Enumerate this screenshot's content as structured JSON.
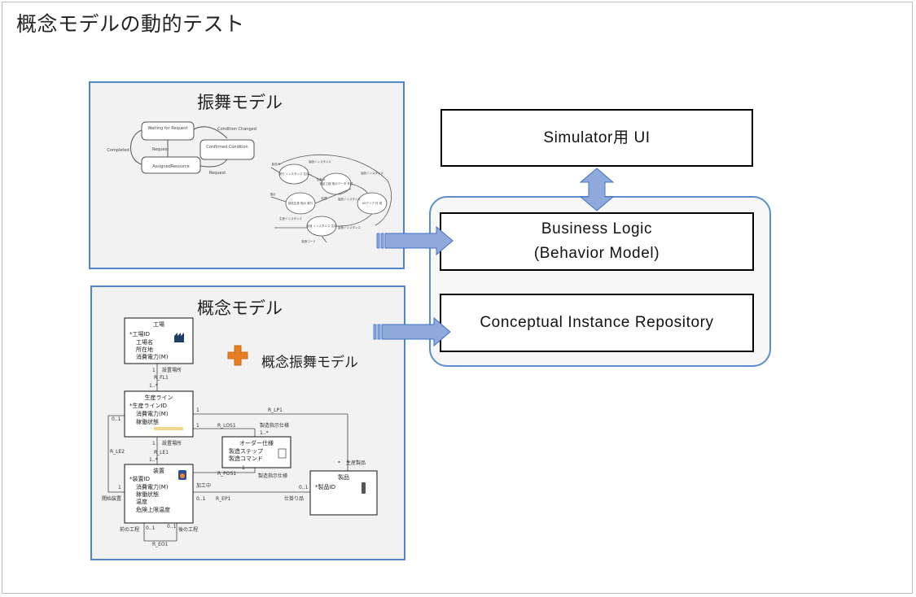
{
  "page": {
    "title": "概念モデルの動的テスト"
  },
  "behavior_panel": {
    "title": "振舞モデル",
    "state_diagram": {
      "states": [
        "Waiting for Request",
        "Confirmed Condition",
        "AssignedResource"
      ],
      "transitions": [
        "Condition Changed",
        "Request",
        "Request",
        "Completed"
      ]
    },
    "process_flow": {
      "nodes": [
        "受付 インスタンス 生成",
        "部品生産 指示 実行",
        "検証工程 指示データ 作成",
        "ASクリア 作 成",
        "製造 インスタンス 生成"
      ],
      "labels": [
        "製品ID",
        "製品インスタンス",
        "製品インスタンス",
        "製品インスタンス",
        "生産インスタンス",
        "製造インスタンス",
        "製造コード",
        "指示",
        "生産ID",
        "処理"
      ]
    }
  },
  "concept_panel": {
    "title": "概念モデル",
    "plus_label": "概念振舞モデル",
    "classes": {
      "factory": {
        "title": "工場",
        "attrs": [
          "*工場ID",
          "工場名",
          "所在地",
          "消費電力(M)"
        ]
      },
      "line": {
        "title": "生産ライン",
        "attrs": [
          "*生産ラインID",
          "消費電力(M)",
          "稼働状態"
        ]
      },
      "order": {
        "title": "オーダー仕様",
        "attrs": [
          "製造ステップ",
          "製造コマンド"
        ]
      },
      "equipment": {
        "title": "装置",
        "attrs": [
          "*装置ID",
          "消費電力(M)",
          "稼働状態",
          "温度",
          "危険上限温度"
        ]
      },
      "product": {
        "title": "製品",
        "attrs": [
          "*製品ID"
        ]
      }
    },
    "relations": {
      "r_fl1": "R_FL1",
      "fl1_role": "設置場所",
      "fl1_m1": "1",
      "fl1_m2": "1..*",
      "r_le1": "R_LE1",
      "le1_role": "設置場所",
      "le1_m1": "1",
      "le1_m2": "1..*",
      "r_le2": "R_LE2",
      "le2_m1": "0..1",
      "le2_m2": "1",
      "le2_role": "開始装置",
      "r_lp1": "R_LP1",
      "lp1_m1": "1",
      "lp1_m2": "*",
      "lp1_role": "生産製品",
      "r_los1": "R_LOS1",
      "los1_m1": "1",
      "los1_m2": "1..*",
      "los1_role": "製造指示仕様",
      "r_pos1": "R_POS1",
      "pos1_m1": "1",
      "pos1_role": "製造指示仕様",
      "r_ep1": "R_EP1",
      "ep1_a": "加工中",
      "ep1_m1": "0..1",
      "ep1_m2": "0..1",
      "ep1_b": "仕掛り品",
      "r_eo1": "R_EO1",
      "eo1_m1": "0..1",
      "eo1_m2": "0..1",
      "eo1_prev": "前の工程",
      "eo1_next": "後の工程"
    }
  },
  "architecture": {
    "simulator_ui": "Simulator用 UI",
    "business_logic_line1": "Business Logic",
    "business_logic_line2": "(Behavior Model)",
    "repository": "Conceptual Instance Repository"
  },
  "colors": {
    "panel_border": "#4f88c7",
    "arrow_fill": "#8eaadb",
    "arrow_stroke": "#4472c4",
    "plus": "#e67e22",
    "highlight": "#f4d58d"
  }
}
